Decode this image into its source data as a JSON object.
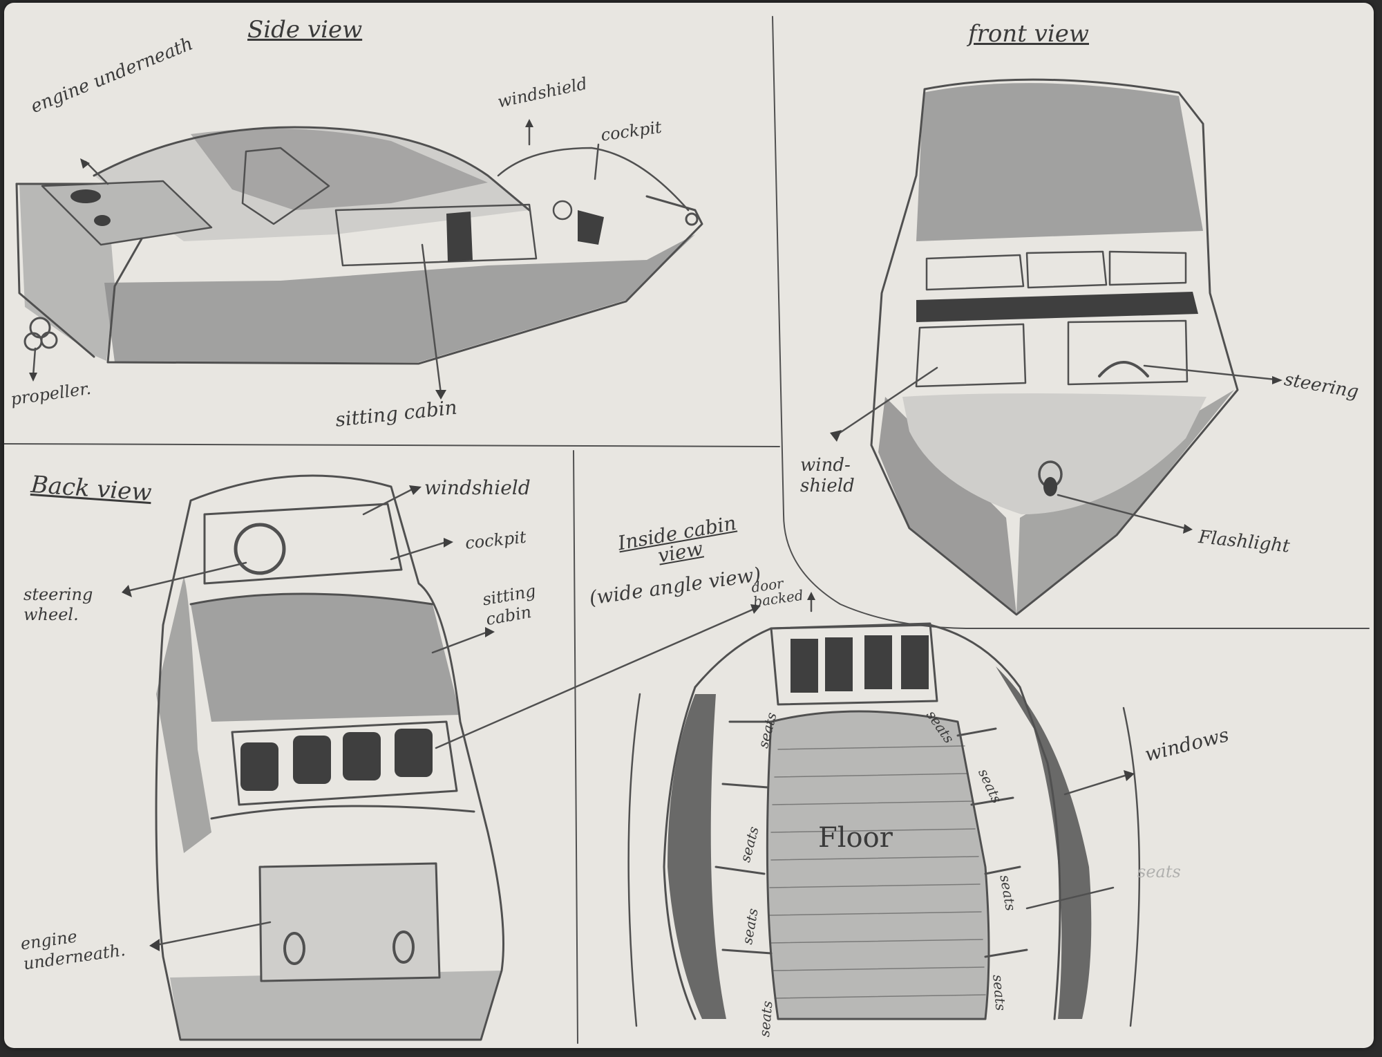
{
  "colors": {
    "paper": "#e8e6e1",
    "pencil": "#505050",
    "shade_dark": "#3f3f3f"
  },
  "side_view": {
    "title": "Side view",
    "labels": {
      "engine": "engine underneath",
      "windshield": "windshield",
      "cockpit": "cockpit",
      "propeller": "propeller.",
      "cabin": "sitting cabin"
    }
  },
  "front_view": {
    "title": "front view",
    "labels": {
      "steering": "steering",
      "windshield": "wind-\nshield",
      "flashlight": "Flashlight"
    }
  },
  "back_view": {
    "title": "Back view",
    "labels": {
      "windshield": "windshield",
      "cockpit": "cockpit",
      "steering_wheel": "steering wheel.",
      "cabin": "sitting cabin",
      "engine": "engine underneath."
    }
  },
  "inside_view": {
    "title": "Inside cabin view",
    "subtitle": "(wide angle view)",
    "labels": {
      "door": "door backed",
      "windows": "windows",
      "floor": "Floor",
      "seats_outer": "seats",
      "seats": [
        "seats",
        "seats",
        "seats",
        "seats",
        "seats",
        "seats",
        "seats",
        "seats"
      ]
    }
  }
}
